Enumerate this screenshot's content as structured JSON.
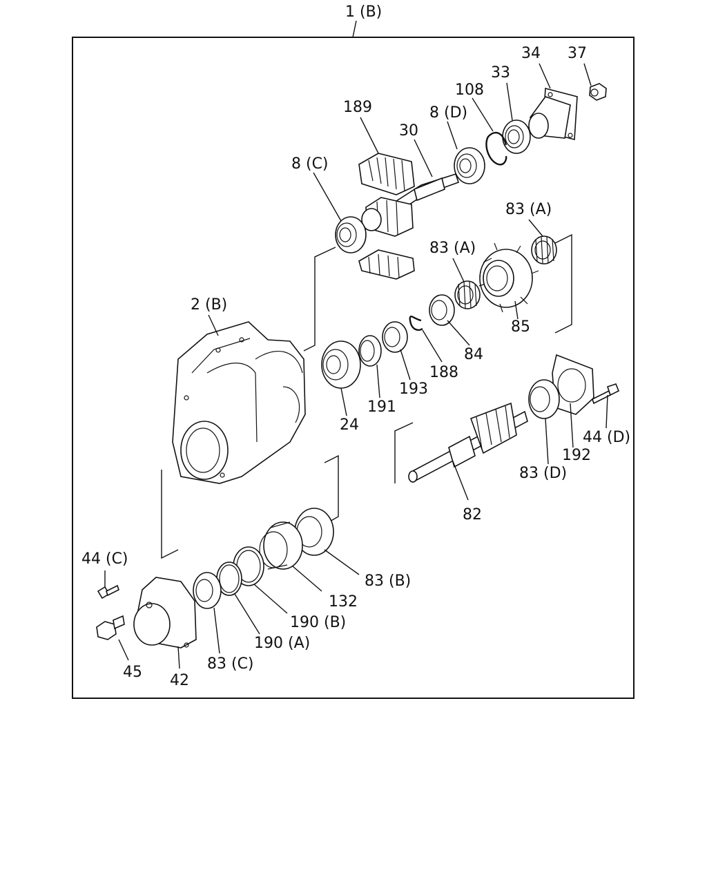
{
  "diagram": {
    "assembly_label": "1 (B)",
    "labels": {
      "p34": "34",
      "p37": "37",
      "p108": "108",
      "p33": "33",
      "p189": "189",
      "p30": "30",
      "p8d": "8 (D)",
      "p8c": "8 (C)",
      "p83a_top": "83 (A)",
      "p83a_mid": "83 (A)",
      "p85": "85",
      "p84": "84",
      "p188": "188",
      "p193": "193",
      "p191": "191",
      "p24": "24",
      "p2b": "2 (B)",
      "p192": "192",
      "p44d": "44 (D)",
      "p83d": "83 (D)",
      "p82": "82",
      "p83b": "83 (B)",
      "p132": "132",
      "p190b": "190 (B)",
      "p190a": "190 (A)",
      "p83c": "83 (C)",
      "p44c": "44 (C)",
      "p45": "45",
      "p42": "42"
    }
  }
}
